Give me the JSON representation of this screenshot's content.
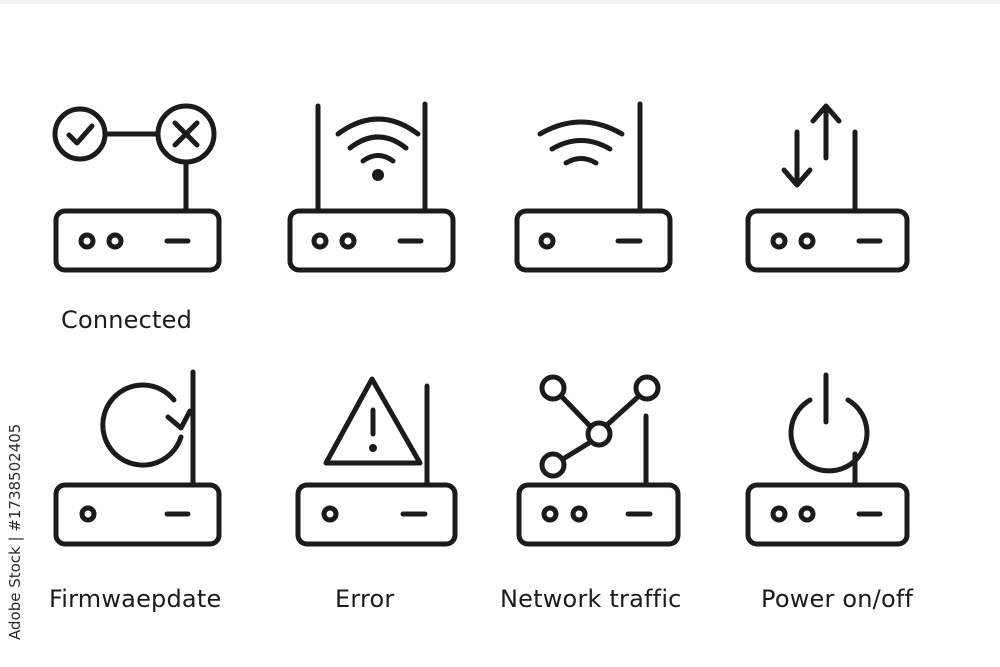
{
  "labels": {
    "connected": "Connected",
    "firmware": "Firmwaepdate",
    "error": "Error",
    "network": "Network traffic",
    "power": "Power on/off"
  },
  "stock_id": "Adobe Stock | #1738502405",
  "colors": {
    "stroke": "#1b1b1b",
    "background": "#ffffff"
  },
  "icons": [
    "router-connected-icon",
    "router-wifi-dual-antenna-icon",
    "router-wifi-single-antenna-icon",
    "router-data-transfer-icon",
    "router-firmware-update-icon",
    "router-error-icon",
    "router-network-traffic-icon",
    "router-power-icon"
  ]
}
